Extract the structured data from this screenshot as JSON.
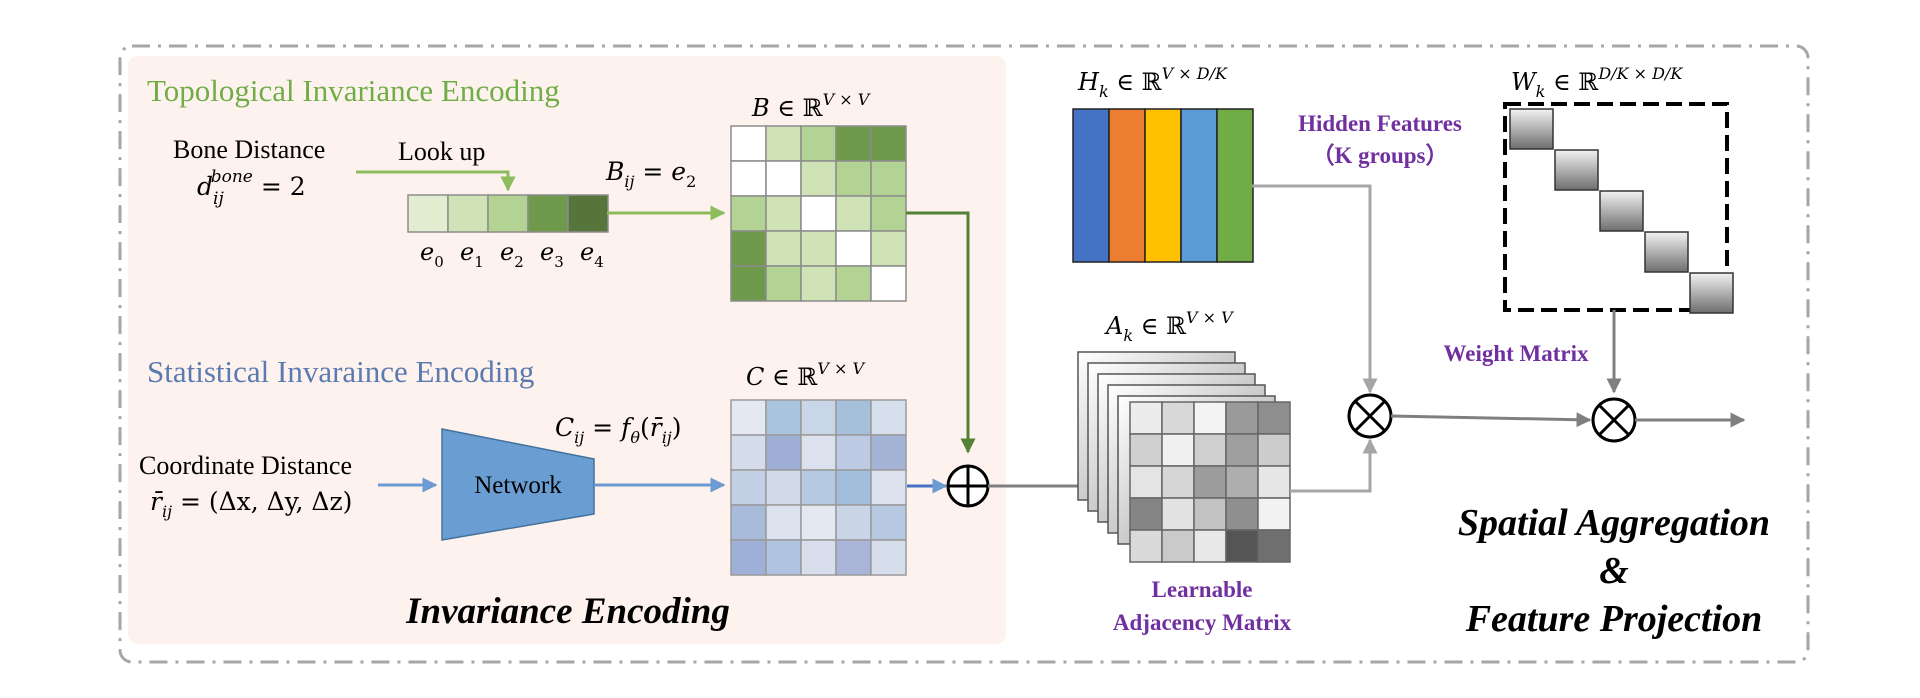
{
  "invariance_encoding": {
    "title": "Invariance Encoding",
    "topological": {
      "title": "Topological Invariance Encoding",
      "bone_distance_label": "Bone Distance",
      "bone_distance_formula": "d_ij^bone = 2",
      "lookup_label": "Look up",
      "embedding_labels": [
        "e0",
        "e1",
        "e2",
        "e3",
        "e4"
      ],
      "selected_index": 2,
      "assignment_formula": "B_ij = e_2",
      "matrix_title": "B ∈ ℝ^(V×V)",
      "palette": [
        "#e3edd2",
        "#d0e3b7",
        "#b2d394",
        "#6f9a4b",
        "#56753a"
      ],
      "matrix": [
        [
          0,
          1,
          2,
          3,
          3
        ],
        [
          0,
          0,
          1,
          2,
          2
        ],
        [
          2,
          1,
          0,
          1,
          2
        ],
        [
          3,
          1,
          1,
          0,
          1
        ],
        [
          3,
          2,
          1,
          2,
          0
        ]
      ]
    },
    "statistical": {
      "title": "Statistical Invaraince Encoding",
      "coordinate_distance_label": "Coordinate Distance",
      "coordinate_distance_formula": "r̄_ij = (Δx, Δy, Δz)",
      "network_label": "Network",
      "function_formula": "C_ij = f_θ(r̄_ij)",
      "matrix_title": "C ∈ ℝ^(V×V)",
      "matrix": [
        [
          "#e3e8f1",
          "#a9c4dc",
          "#c8d6e7",
          "#a6c0dc",
          "#d6dfec"
        ],
        [
          "#d4dcec",
          "#9eaed5",
          "#dbe1ed",
          "#bccbe3",
          "#a4b4d7"
        ],
        [
          "#c2cfe4",
          "#d1dbea",
          "#b5c9e3",
          "#a2bedc",
          "#dde3ee"
        ],
        [
          "#a8bbda",
          "#dde3ee",
          "#e4e8f1",
          "#c9d5e7",
          "#b7c8e3"
        ],
        [
          "#9eb0d8",
          "#b1c4df",
          "#d8deec",
          "#aab4d9",
          "#d6ddeb"
        ]
      ]
    }
  },
  "spatial_aggregation": {
    "title_line1": "Spatial Aggregation",
    "title_line2": "&",
    "title_line3": "Feature Projection",
    "hidden_features": {
      "matrix_title": "H_k ∈ ℝ^(V×D/K)",
      "label_line1": "Hidden Features",
      "label_line2": "（K groups）",
      "colors": [
        "#4472c4",
        "#ed7d31",
        "#ffc000",
        "#5b9bd5",
        "#70ad47"
      ]
    },
    "adjacency": {
      "matrix_title": "A_k ∈ ℝ^(V×V)",
      "label_line1": "Learnable",
      "label_line2": "Adjacency Matrix",
      "matrix": [
        [
          "#ececec",
          "#d8d8d8",
          "#f3f3f3",
          "#9a9a9a",
          "#8e8e8e"
        ],
        [
          "#d0d0d0",
          "#f0f0f0",
          "#cfcfcf",
          "#9f9f9f",
          "#cdcdcd"
        ],
        [
          "#e4e4e4",
          "#d6d6d6",
          "#9c9c9c",
          "#aeaeae",
          "#e6e6e6"
        ],
        [
          "#858585",
          "#e2e2e2",
          "#c3c3c3",
          "#8f8f8f",
          "#f2f2f2"
        ],
        [
          "#dadada",
          "#cacaca",
          "#e8e8e8",
          "#555555",
          "#6f6f6f"
        ]
      ]
    },
    "weight": {
      "matrix_title": "W_k ∈ ℝ^(D/K×D/K)",
      "label": "Weight Matrix",
      "blocks": 5
    }
  },
  "colors": {
    "panel_background": "#fdf2ee",
    "topological_text": "#70ad47",
    "statistical_text": "#5b7bb0",
    "purple_label": "#7030a0",
    "green_arrow": "#8cbc5b",
    "dark_green_arrow": "#548235",
    "blue_arrow": "#6b9bd1",
    "gray_arrow": "#7f7f7f",
    "network_fill": "#6a9ed2",
    "border": "#a6a6a6"
  }
}
